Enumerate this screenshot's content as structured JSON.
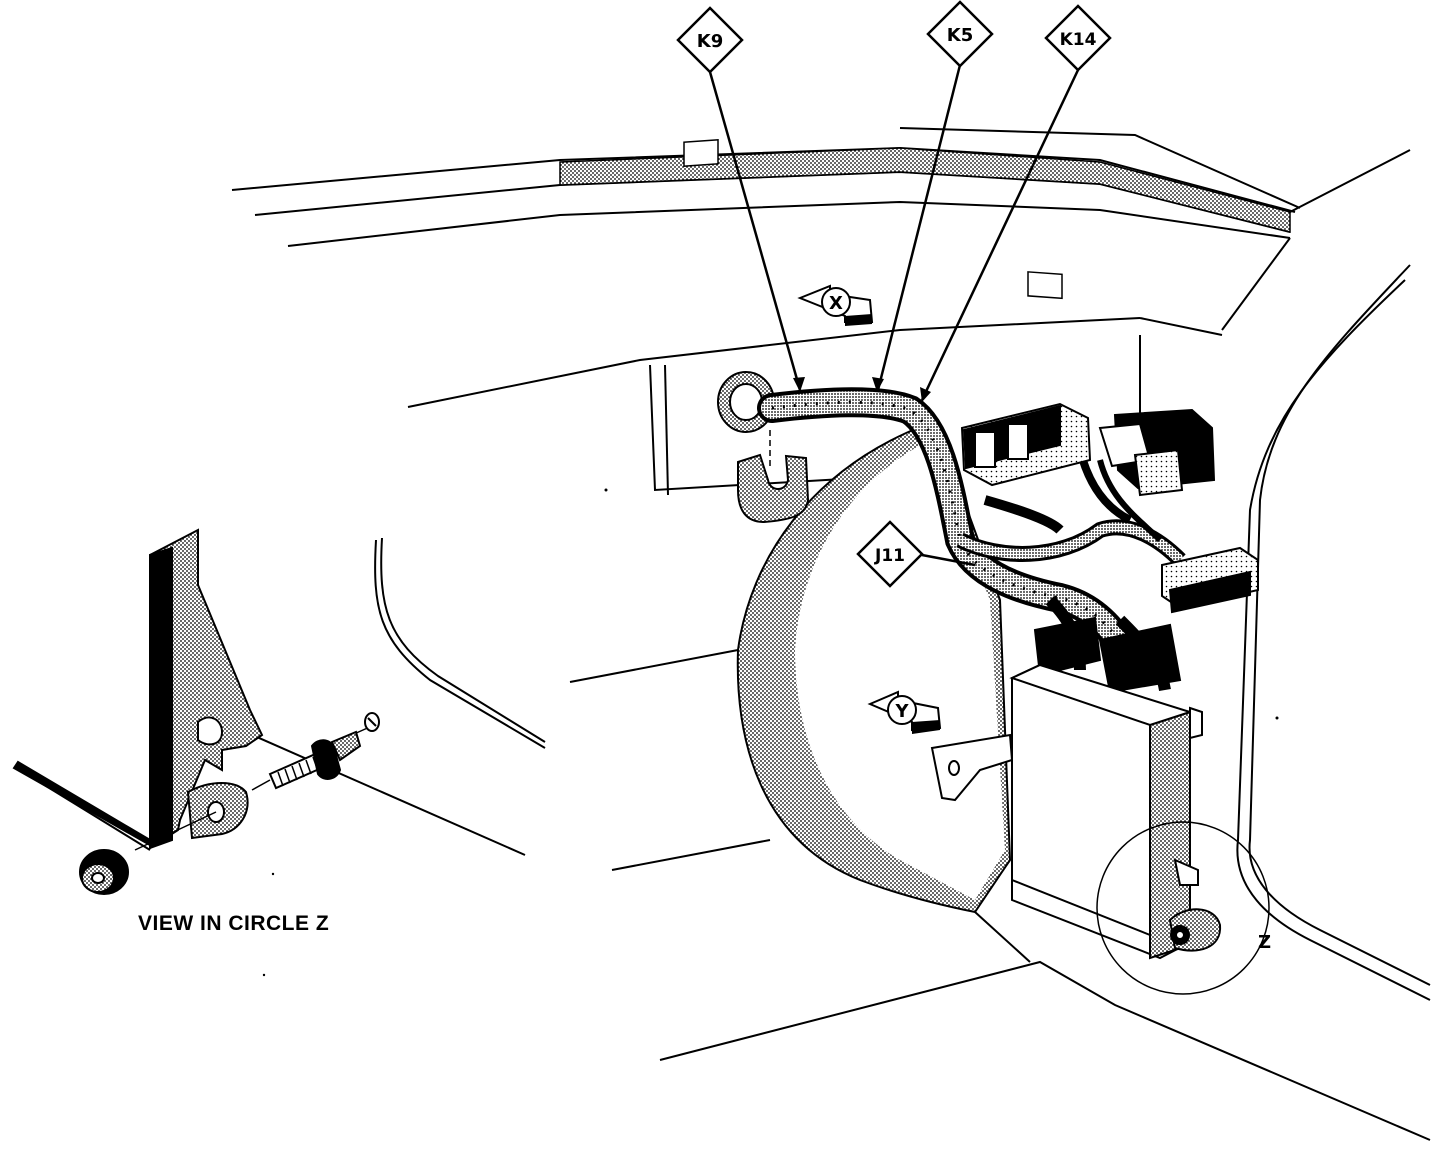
{
  "diagram": {
    "callouts": {
      "k9": "K9",
      "k5": "K5",
      "k14": "K14",
      "j11": "J11"
    },
    "view_markers": {
      "x": "X",
      "y": "Y"
    },
    "circle_label": "Z",
    "inset_caption": "VIEW IN CIRCLE Z"
  }
}
